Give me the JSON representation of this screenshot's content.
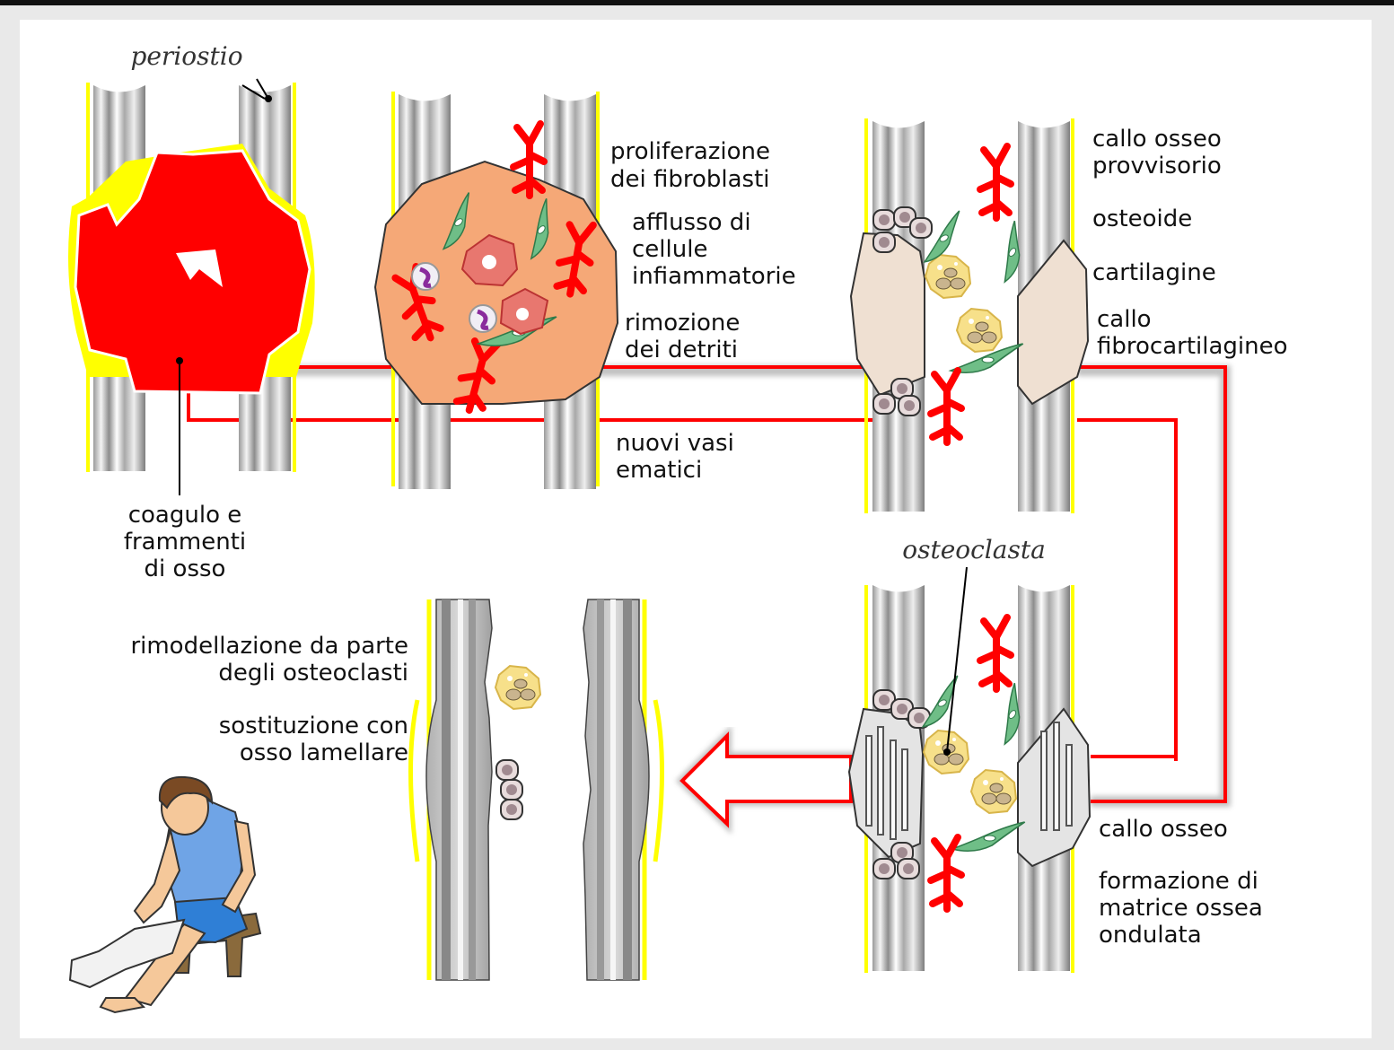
{
  "labels": {
    "periostio": "periostio",
    "coagulo": [
      "coagulo e",
      "frammenti",
      "di osso"
    ],
    "proliferazione": [
      "proliferazione",
      "dei fibroblasti"
    ],
    "afflusso": [
      "afflusso di",
      "cellule",
      "infiammatorie"
    ],
    "rimozione": [
      "rimozione",
      "dei detriti"
    ],
    "nuovi_vasi": [
      "nuovi vasi",
      "ematici"
    ],
    "callo_provvisorio": [
      "callo osseo",
      "provvisorio"
    ],
    "osteoide": "osteoide",
    "cartilagine": "cartilagine",
    "callo_fibro": [
      "callo",
      "fibrocartilagineo"
    ],
    "osteoclasta": "osteoclasta",
    "callo_osseo": "callo osseo",
    "formazione": [
      "formazione di",
      "matrice ossea",
      "ondulata"
    ],
    "rimodellazione": [
      "rimodellazione da parte",
      "degli osteoclasti"
    ],
    "sostituzione": [
      "sostituzione con",
      "osso lamellare"
    ]
  },
  "colors": {
    "background": "#e9e9e9",
    "panel": "#ffffff",
    "blood_clot": "#ff0000",
    "periosteum": "#ffff00",
    "granulation": "#f5a877",
    "cartilage": "#efe0d2",
    "fibroblast": "#6fbe87",
    "osteoblast": "#f7e08a",
    "arrow": "#e52020"
  },
  "icons": [
    "bone-icon",
    "blood-vessel-icon",
    "fibroblast-icon",
    "macrophage-icon",
    "neutrophil-icon",
    "osteoblast-icon",
    "osteoclast-icon",
    "patient-with-cast-icon"
  ]
}
